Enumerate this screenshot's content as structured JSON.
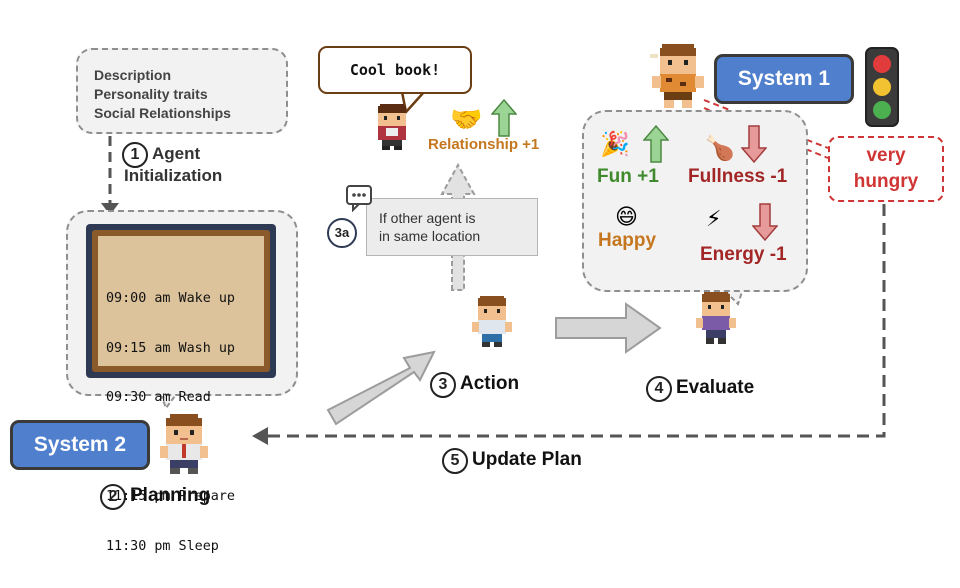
{
  "init_box": {
    "lines": [
      "Description",
      "Personality traits",
      "Social Relationships"
    ]
  },
  "steps": {
    "s1_num": "1",
    "s1_label_a": "Agent",
    "s1_label_b": "Initialization",
    "s2_num": "2",
    "s2_label": "Planning",
    "s3_num": "3",
    "s3_label": "Action",
    "s3a_num": "3a",
    "s4_num": "4",
    "s4_label": "Evaluate",
    "s5_num": "5",
    "s5_label": "Update Plan"
  },
  "schedule": {
    "lines": [
      "09:00 am Wake up",
      "09:15 am Wash up",
      "09:30 am Read",
      "...",
      "11:15 pm Prepare",
      "11:30 pm Sleep"
    ]
  },
  "speech": {
    "text": "Cool book!"
  },
  "relationship": {
    "text": "Relationship +1"
  },
  "condition": {
    "line1": "If other agent is",
    "line2": "in same location"
  },
  "system1": {
    "label": "System 1"
  },
  "system2": {
    "label": "System 2"
  },
  "evaluation": {
    "fun": "Fun +1",
    "fullness": "Fullness -1",
    "happy": "Happy",
    "energy": "Energy -1"
  },
  "hungry": {
    "line1": "very",
    "line2": "hungry"
  },
  "colors": {
    "system_blue": "#4f7fcd",
    "green": "#3f8a2c",
    "dark_red": "#a32626",
    "orange": "#c5771f",
    "alert_red": "#d03535"
  },
  "icons": [
    "handshake-icon",
    "up-arrow-icon",
    "down-arrow-icon",
    "party-popper-icon",
    "drumstick-icon",
    "lightning-icon",
    "smile-icon",
    "traffic-light-icon",
    "chat-icon"
  ]
}
